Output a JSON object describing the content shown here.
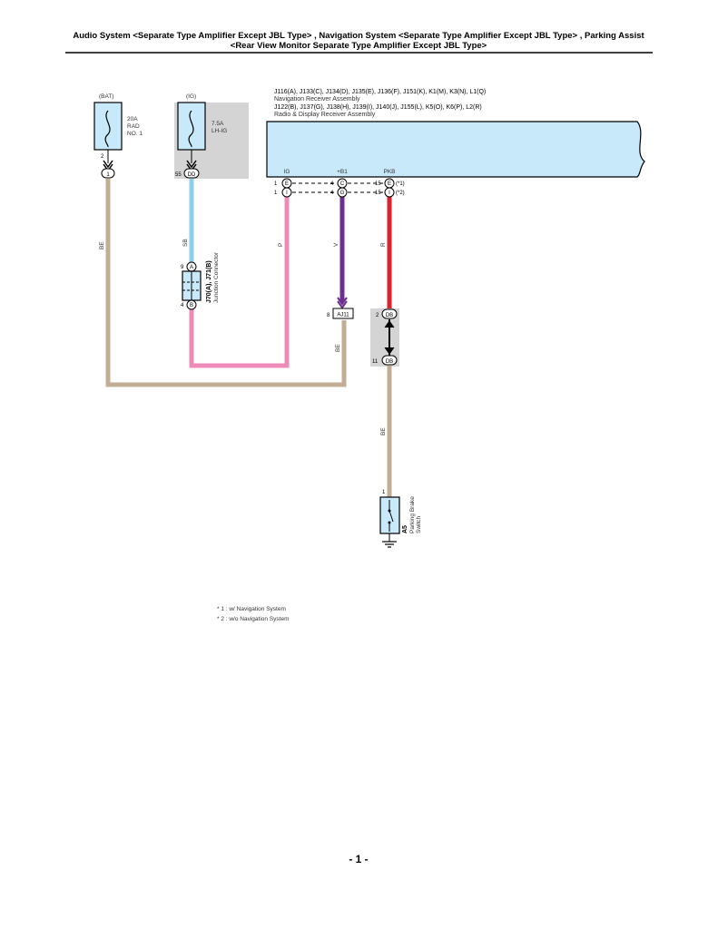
{
  "header": {
    "title_line1": "Audio System <Separate Type Amplifier Except JBL Type> , Navigation System <Separate Type Amplifier Except JBL Type> , Parking Assist",
    "title_line2": "<Rear View Monitor Separate Type Amplifier Except JBL Type>"
  },
  "fuses": {
    "bat": {
      "source": "(BAT)",
      "rating": "20A",
      "name_line1": "RAD",
      "name_line2": "NO. 1",
      "pin": "2",
      "connector": "1"
    },
    "ig": {
      "source": "(IG)",
      "rating": "7.5A",
      "name": "LH-IG",
      "pin": "55",
      "connector": "DD"
    }
  },
  "receiver": {
    "connectors_line1": "J116(A), J133(C), J134(D), J135(E), J136(F), J151(K), K1(M), K3(N), L1(Q)",
    "name_line1": "Navigation Receiver Assembly",
    "connectors_line2": "J122(B), J137(G), J138(H), J139(I), J140(J), J155(L), K5(O), K6(P), L2(R)",
    "name_line2": "Radio & Display Receiver Assembly",
    "terminals": [
      {
        "label": "IG",
        "pin1": "1",
        "conn1": "E",
        "pin2": "1",
        "conn2": "I"
      },
      {
        "label": "+B1",
        "pin1": "4",
        "conn1": "C",
        "pin2": "4",
        "conn2": "G"
      },
      {
        "label": "PKB",
        "pin1": "15",
        "conn1": "E",
        "pin2": "15",
        "conn2": "I",
        "note1": "(*1)",
        "note2": "(*2)"
      }
    ]
  },
  "wires": {
    "be_left": "BE",
    "sb": "SB",
    "p": "P",
    "v": "V",
    "r": "R",
    "be_mid": "BE",
    "be_lower": "BE"
  },
  "junction": {
    "pin_top": "9",
    "conn_top": "A",
    "pin_bottom": "4",
    "conn_bottom": "B",
    "id": "J70(A), J71(B)",
    "name": "Junction Connector"
  },
  "aj11": {
    "pin": "8",
    "connector": "AJ11"
  },
  "db": {
    "pin_top": "2",
    "conn_top": "DB",
    "pin_bottom": "11",
    "conn_bottom": "DB"
  },
  "switch": {
    "pin": "1",
    "id": "A5",
    "name_line1": "Parking Brake",
    "name_line2": "Switch"
  },
  "notes": [
    "* 1 : w/ Navigation System",
    "* 2 : w/o Navigation System"
  ],
  "page_number": "- 1 -",
  "colors": {
    "be": "#c2ad95",
    "sb": "#8dd0ee",
    "p": "#ee8ab8",
    "v": "#6d2f8f",
    "r": "#e0202a",
    "box_fill": "#c7e9f9",
    "shade": "#d4d4d4"
  }
}
